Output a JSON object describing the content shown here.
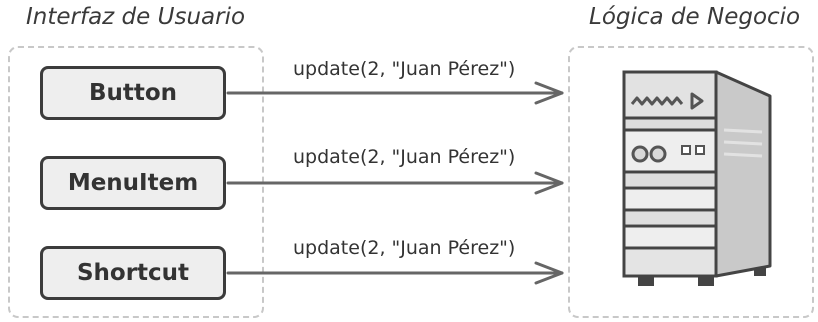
{
  "ui_group": {
    "title": "Interfaz de Usuario",
    "buttons": [
      {
        "label": "Button"
      },
      {
        "label": "MenuItem"
      },
      {
        "label": "Shortcut"
      }
    ]
  },
  "logic_group": {
    "title": "Lógica de Negocio",
    "icon": "server-icon"
  },
  "calls": [
    {
      "label": "update(2, \"Juan Pérez\")"
    },
    {
      "label": "update(2, \"Juan Pérez\")"
    },
    {
      "label": "update(2, \"Juan Pérez\")"
    }
  ],
  "colors": {
    "border": "#3c3c3c",
    "button_fill": "#eeeeee",
    "dashed": "#c8c8c8",
    "arrow": "#666666",
    "server_front": "#eeeeee",
    "server_side": "#c7c7c7",
    "server_dark": "#444444"
  }
}
